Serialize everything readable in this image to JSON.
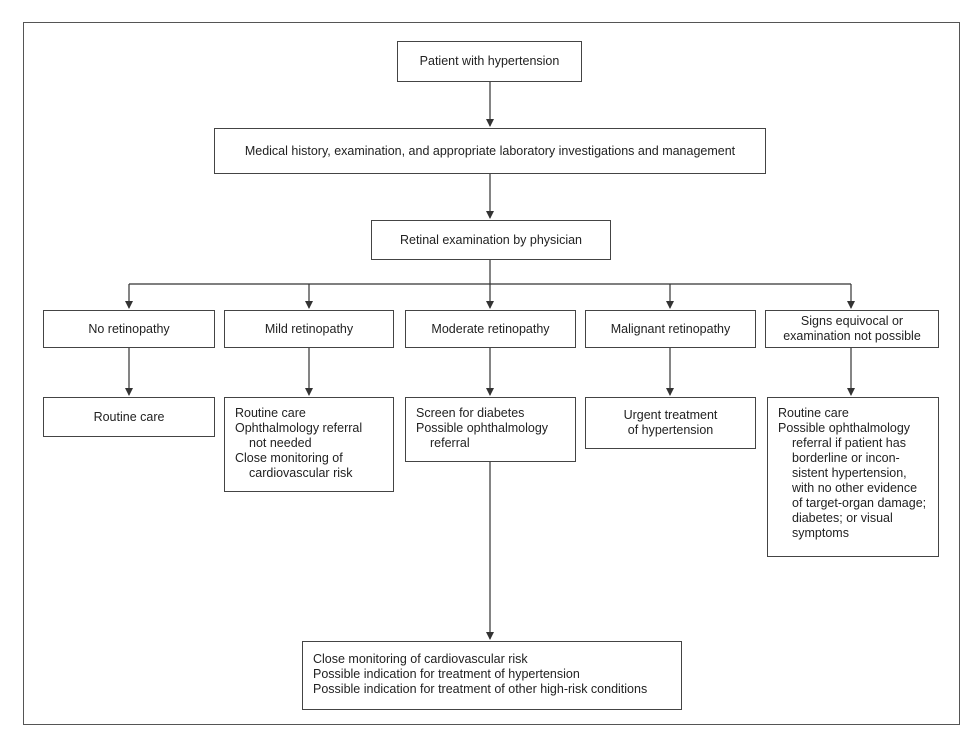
{
  "root": "Patient with hypertension",
  "history": "Medical history,  examination, and appropriate laboratory investigations and management",
  "exam": "Retinal examination by physician",
  "categories": [
    {
      "label": [
        "No retinopathy"
      ]
    },
    {
      "label": [
        "Mild retinopathy"
      ]
    },
    {
      "label": [
        "Moderate retinopathy"
      ]
    },
    {
      "label": [
        "Malignant retinopathy"
      ]
    },
    {
      "label": [
        "Signs equivocal or",
        "examination not possible"
      ]
    }
  ],
  "actions": [
    {
      "lines": [
        {
          "text": "Routine care",
          "indent": false
        }
      ]
    },
    {
      "lines": [
        {
          "text": "Routine care",
          "indent": false
        },
        {
          "text": "Ophthalmology referral",
          "indent": false
        },
        {
          "text": "not needed",
          "indent": true
        },
        {
          "text": "Close monitoring of",
          "indent": false
        },
        {
          "text": "cardiovascular risk",
          "indent": true
        }
      ]
    },
    {
      "lines": [
        {
          "text": "Screen for diabetes",
          "indent": false
        },
        {
          "text": "Possible ophthalmology",
          "indent": false
        },
        {
          "text": "referral",
          "indent": true
        }
      ]
    },
    {
      "lines": [
        {
          "text": "Urgent treatment",
          "indent": false
        },
        {
          "text": "of hypertension",
          "indent": false
        }
      ]
    },
    {
      "lines": [
        {
          "text": "Routine care",
          "indent": false
        },
        {
          "text": "Possible ophthalmology",
          "indent": false
        },
        {
          "text": "referral if patient has",
          "indent": true
        },
        {
          "text": "borderline or incon-",
          "indent": true
        },
        {
          "text": "sistent hypertension,",
          "indent": true
        },
        {
          "text": "with no other evidence",
          "indent": true
        },
        {
          "text": "of target-organ damage;",
          "indent": true
        },
        {
          "text": "diabetes; or visual",
          "indent": true
        },
        {
          "text": "symptoms",
          "indent": true
        }
      ]
    }
  ],
  "followup": [
    "Close monitoring of cardiovascular risk",
    "Possible indication for treatment of hypertension",
    "Possible indication for treatment of other high-risk conditions"
  ]
}
